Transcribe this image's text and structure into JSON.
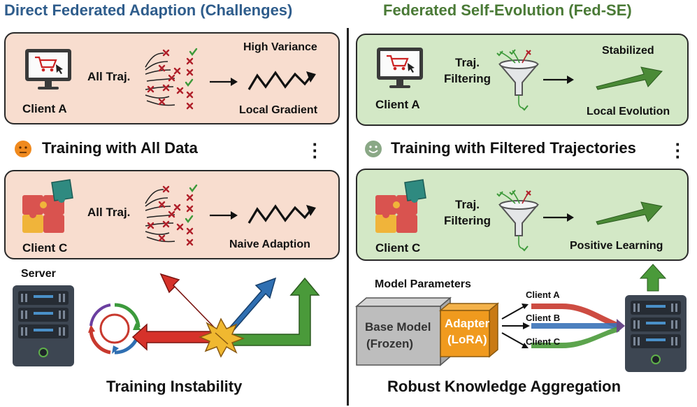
{
  "left": {
    "title": "Direct Federated Adaption (Challenges)",
    "panel_a": {
      "client": "Client A",
      "input_label": "All Traj.",
      "top_label": "High Variance",
      "bottom_label": "Local Gradient"
    },
    "middle_text": "Training with All Data",
    "panel_c": {
      "client": "Client C",
      "input_label": "All Traj.",
      "bottom_label": "Naive Adaption"
    },
    "server_label": "Server",
    "bottom_caption": "Training Instability"
  },
  "right": {
    "title": "Federated Self-Evolution (Fed-SE)",
    "panel_a": {
      "client": "Client A",
      "filter_label_1": "Traj.",
      "filter_label_2": "Filtering",
      "top_label": "Stabilized",
      "bottom_label": "Local Evolution"
    },
    "middle_text": "Training with Filtered Trajectories",
    "panel_c": {
      "client": "Client C",
      "filter_label_1": "Traj.",
      "filter_label_2": "Filtering",
      "bottom_label": "Positive Learning"
    },
    "model_params_label": "Model Parameters",
    "base_model_1": "Base Model",
    "base_model_2": "(Frozen)",
    "adapter_1": "Adapter",
    "adapter_2": "(LoRA)",
    "route_labels": [
      "Client A",
      "Client B",
      "Client C"
    ],
    "bottom_caption": "Robust Knowledge Aggregation"
  },
  "colors": {
    "left_title": "#2f5d8c",
    "right_title": "#4a7a36",
    "left_panel": "#f8ddcf",
    "right_panel": "#d3e8c6",
    "cross": "#b0202a",
    "check": "#3d9a3a"
  },
  "icons": {
    "client_a": "shopping-cart-monitor-icon",
    "client_c": "puzzle-icon",
    "filter": "funnel-icon",
    "server": "server-rack-icon",
    "sad_face": "sad-face-icon",
    "happy_face": "happy-face-icon"
  }
}
